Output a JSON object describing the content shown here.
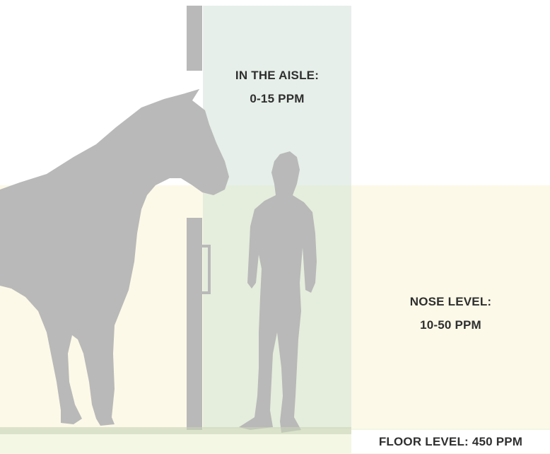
{
  "zones": {
    "aisle": {
      "line1": "IN THE AISLE:",
      "line2": "0-15 PPM",
      "color": "#e6efe9"
    },
    "nose": {
      "line1": "NOSE LEVEL:",
      "line2": "10-50 PPM",
      "color": "#fcf9e8"
    },
    "floor": {
      "text": "FLOOR LEVEL: 450 PPM",
      "color": "#f3f7e4"
    }
  },
  "silhouette_color": "#b9b9b9",
  "overlap_color": "#e5eedd"
}
